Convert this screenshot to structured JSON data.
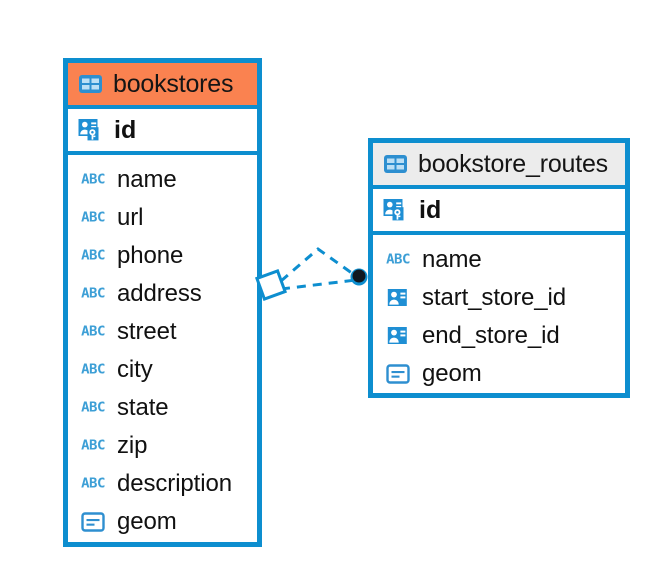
{
  "diagram": {
    "kind": "entity-relationship-diagram",
    "background_color": "#ffffff",
    "accent_color": "#0d8ecf",
    "highlight_header_color": "#fa8250",
    "neutral_header_color": "#ececec",
    "icon_blue": "#3d9fd6"
  },
  "entities": [
    {
      "id": "bookstores",
      "name": "bookstores",
      "header_style": "orange",
      "table_icon": "table-icon",
      "primary_key": {
        "name": "id",
        "icon": "primary-key-icon"
      },
      "fields": [
        {
          "name": "name",
          "icon": "abc-text-icon",
          "type_glyph": "ABC"
        },
        {
          "name": "url",
          "icon": "abc-text-icon",
          "type_glyph": "ABC"
        },
        {
          "name": "phone",
          "icon": "abc-text-icon",
          "type_glyph": "ABC"
        },
        {
          "name": "address",
          "icon": "abc-text-icon",
          "type_glyph": "ABC"
        },
        {
          "name": "street",
          "icon": "abc-text-icon",
          "type_glyph": "ABC"
        },
        {
          "name": "city",
          "icon": "abc-text-icon",
          "type_glyph": "ABC"
        },
        {
          "name": "state",
          "icon": "abc-text-icon",
          "type_glyph": "ABC"
        },
        {
          "name": "zip",
          "icon": "abc-text-icon",
          "type_glyph": "ABC"
        },
        {
          "name": "description",
          "icon": "abc-text-icon",
          "type_glyph": "ABC"
        },
        {
          "name": "geom",
          "icon": "geometry-icon",
          "type_glyph": ""
        }
      ]
    },
    {
      "id": "bookstore_routes",
      "name": "bookstore_routes",
      "header_style": "grey",
      "table_icon": "table-icon",
      "primary_key": {
        "name": "id",
        "icon": "primary-key-icon"
      },
      "fields": [
        {
          "name": "name",
          "icon": "abc-text-icon",
          "type_glyph": "ABC"
        },
        {
          "name": "start_store_id",
          "icon": "foreign-key-icon",
          "type_glyph": ""
        },
        {
          "name": "end_store_id",
          "icon": "foreign-key-icon",
          "type_glyph": ""
        },
        {
          "name": "geom",
          "icon": "geometry-icon",
          "type_glyph": ""
        }
      ]
    }
  ],
  "relationship": {
    "from_entity": "bookstores",
    "to_entity": "bookstore_routes",
    "line_style": "dashed",
    "line_color": "#0d8ecf",
    "source_marker": "diamond-marker",
    "target_marker": "filled-circle-marker"
  }
}
